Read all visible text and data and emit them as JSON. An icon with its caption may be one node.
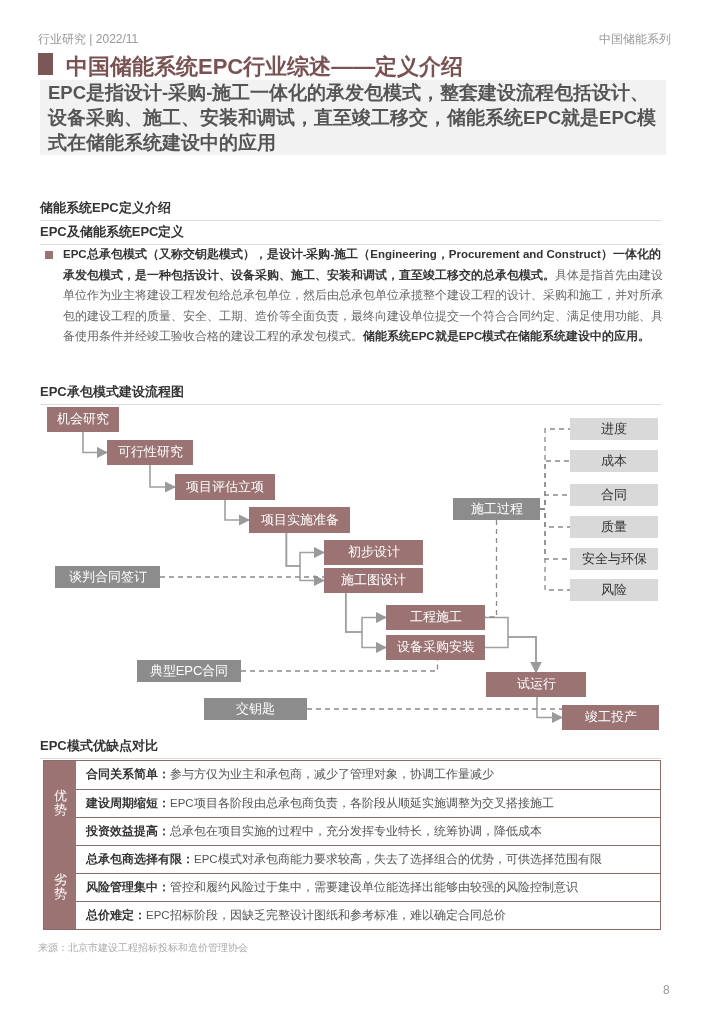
{
  "diagram": {
    "title": "中国储能系统EPC行业综述——定义介绍",
    "nodes": [
      {
        "text": [
          "机会研究"
        ]
      },
      {
        "text": [
          "可行性研究"
        ]
      },
      {
        "text": [
          "项目评估立项"
        ]
      },
      {
        "text": [
          "项目实施准备"
        ]
      },
      {
        "text": [
          "初步设计"
        ]
      },
      {
        "text": [
          "施工图设计"
        ]
      },
      {
        "text": [
          "谈判合同签订"
        ]
      },
      {
        "text": [
          "工程施工"
        ]
      },
      {
        "text": [
          "设备采购安装"
        ]
      },
      {
        "text": [
          "典型EPC合同"
        ]
      },
      {
        "text": [
          "试运行"
        ]
      },
      {
        "text": [
          "交钥匙"
        ]
      },
      {
        "text": [
          "竣工投产"
        ]
      },
      {
        "text": [
          "施工过程"
        ]
      },
      {
        "text": [
          "进度"
        ]
      },
      {
        "text": [
          "成本"
        ]
      },
      {
        "text": [
          "合同"
        ]
      },
      {
        "text": [
          "质量"
        ]
      },
      {
        "text": [
          "安全与环保"
        ]
      },
      {
        "text": [
          "风险"
        ]
      }
    ],
    "edges": [
      {
        "from": 0,
        "to": 1,
        "arrow": "to"
      },
      {
        "from": 1,
        "to": 2,
        "arrow": "to"
      },
      {
        "from": 2,
        "to": 3,
        "arrow": "to"
      },
      {
        "from": 3,
        "to": 4,
        "arrow": "to"
      },
      {
        "from": 3,
        "to": 5,
        "arrow": "to"
      },
      {
        "from": 6,
        "to": 5,
        "arrow": "none",
        "style": "dashed"
      },
      {
        "from": 5,
        "to": 7,
        "arrow": "to"
      },
      {
        "from": 5,
        "to": 8,
        "arrow": "to"
      },
      {
        "from": 9,
        "to": 8,
        "arrow": "none",
        "style": "dashed"
      },
      {
        "from": 7,
        "to": 10,
        "arrow": "to"
      },
      {
        "from": 8,
        "to": 10,
        "arrow": "to"
      },
      {
        "from": 13,
        "to": 7,
        "arrow": "none",
        "style": "dashed"
      },
      {
        "from": 13,
        "to": 14,
        "arrow": "none",
        "style": "dashed"
      },
      {
        "from": 13,
        "to": 15,
        "arrow": "none",
        "style": "dashed"
      },
      {
        "from": 13,
        "to": 16,
        "arrow": "none",
        "style": "dashed"
      },
      {
        "from": 13,
        "to": 17,
        "arrow": "none",
        "style": "dashed"
      },
      {
        "from": 13,
        "to": 18,
        "arrow": "none",
        "style": "dashed"
      },
      {
        "from": 13,
        "to": 19,
        "arrow": "none",
        "style": "dashed"
      },
      {
        "from": 10,
        "to": 12,
        "arrow": "to"
      },
      {
        "from": 11,
        "to": 12,
        "arrow": "none",
        "style": "dashed"
      }
    ],
    "labels": [
      "行业研究 | 2022/11",
      "中国储能系列",
      "EPC是指设计-采购-施工一体化的承发包模式，整套建设流程包括设计、设备采购、施工、安装和调试，直至竣工移交，储能系统EPC就是EPC模式在储能系统建设中的应用",
      "储能系统EPC定义介绍",
      "EPC及储能系统EPC定义",
      "**EPC总承包模式（又称交钥匙模式），是设计-采购-施工（Engineering，Procurement and Construct）一体化的承发包模式，是一种包括设计、设备采购、施工、安装和调试，直至竣工移交的总承包模式。**具体是指首先由建设单位作为业主将建设工程发包给总承包单位，然后由总承包单位承揽整个建设工程的设计、采购和施工，并对所承包的建设工程的质量、安全、工期、造价等全面负责，最终向建设单位提交一个符合合同约定、满足使用功能、具备使用条件并经竣工验收合格的建设工程的承发包模式。**储能系统EPC就是EPC模式在储能系统建设中的应用。**",
      "EPC承包模式建设流程图",
      "EPC模式优缺点对比",
      "优势",
      "**合同关系简单：**参与方仅为业主和承包商，减少了管理对象，协调工作量减少",
      "**建设周期缩短：**EPC项目各阶段由总承包商负责，各阶段从顺延实施调整为交叉搭接施工",
      "**投资效益提高：**总承包在项目实施的过程中，充分发挥专业特长，统筹协调，降低成本",
      "劣势",
      "**总承包商选择有限：**EPC模式对承包商能力要求较高，失去了选择组合的优势，可供选择范围有限",
      "**风险管理集中：**管控和履约风险过于集中，需要建设单位能选择出能够由较强的风险控制意识",
      "**总价难定：**EPC招标阶段，因缺乏完整设计图纸和参考标准，难以确定合同总价",
      "来源：北京市建设工程招标投标和造价管理协会",
      "8"
    ]
  }
}
